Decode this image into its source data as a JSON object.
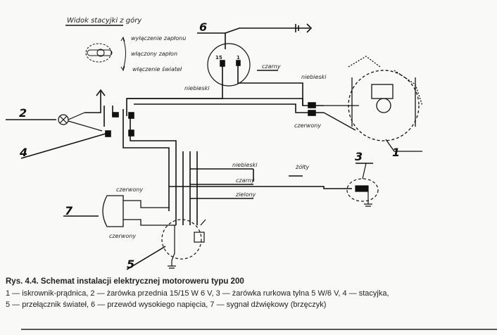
{
  "header": {
    "view_title": "Widok stacyjki z góry"
  },
  "key_positions": [
    "wyłączenie zapłonu",
    "włączony zapłon",
    "włączenie świateł"
  ],
  "numbers": {
    "n1": "1",
    "n2": "2",
    "n3": "3",
    "n4": "4",
    "n5": "5",
    "n6": "6",
    "n7": "7"
  },
  "terminals": {
    "t15": "15",
    "t1": "1"
  },
  "wires": {
    "czarny_top": "czarny",
    "niebieski_left": "niebieski",
    "niebieski_right": "niebieski",
    "czerwony_right": "czerwony",
    "zolty": "żółty",
    "niebieski_mid": "niebieski",
    "czarny_mid": "czarny",
    "zielony": "zielony",
    "czerwony_buzzer1": "czerwony",
    "czerwony_buzzer2": "czerwony"
  },
  "caption": {
    "title": "Rys. 4.4. Schemat instalacji elektrycznej motoroweru typu 200",
    "line1": "1 — iskrownik-prądnica, 2 — żarówka przednia 15/15 W   6 V, 3 — żarówka rurkowa tylna 5 W/6 V, 4 — stacyjka,",
    "line2": "5 — przełącznik świateł, 6 — przewód wysokiego napięcia, 7 — sygnał dźwiękowy (brzęczyk)"
  }
}
